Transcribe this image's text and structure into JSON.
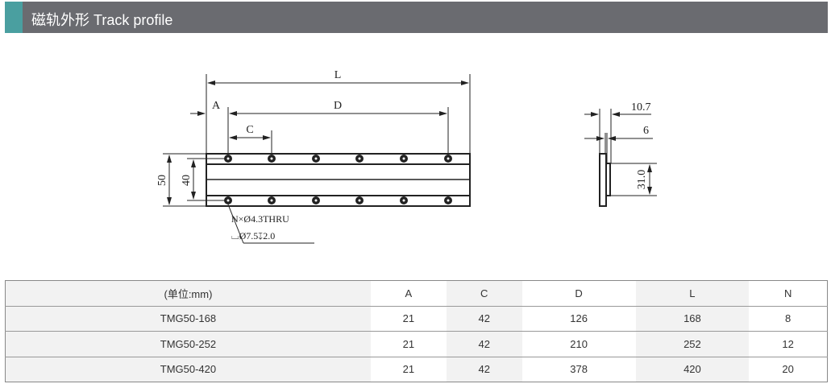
{
  "header": {
    "title": "磁轨外形  Track profile",
    "accent_color": "#4a9fa0"
  },
  "drawing": {
    "dim_L": "L",
    "dim_A": "A",
    "dim_D": "D",
    "dim_C": "C",
    "dim_50": "50",
    "dim_40": "40",
    "hole_note_1": "N×Ø4.3THRU",
    "hole_note_2": "⌴Ø7.5↧2.0",
    "side_107": "10.7",
    "side_6": "6",
    "side_31": "31.0"
  },
  "table": {
    "headers": [
      "(单位:mm)",
      "A",
      "C",
      "D",
      "L",
      "N"
    ],
    "rows": [
      [
        "TMG50-168",
        "21",
        "42",
        "126",
        "168",
        "8"
      ],
      [
        "TMG50-252",
        "21",
        "42",
        "210",
        "252",
        "12"
      ],
      [
        "TMG50-420",
        "21",
        "42",
        "378",
        "420",
        "20"
      ]
    ]
  }
}
